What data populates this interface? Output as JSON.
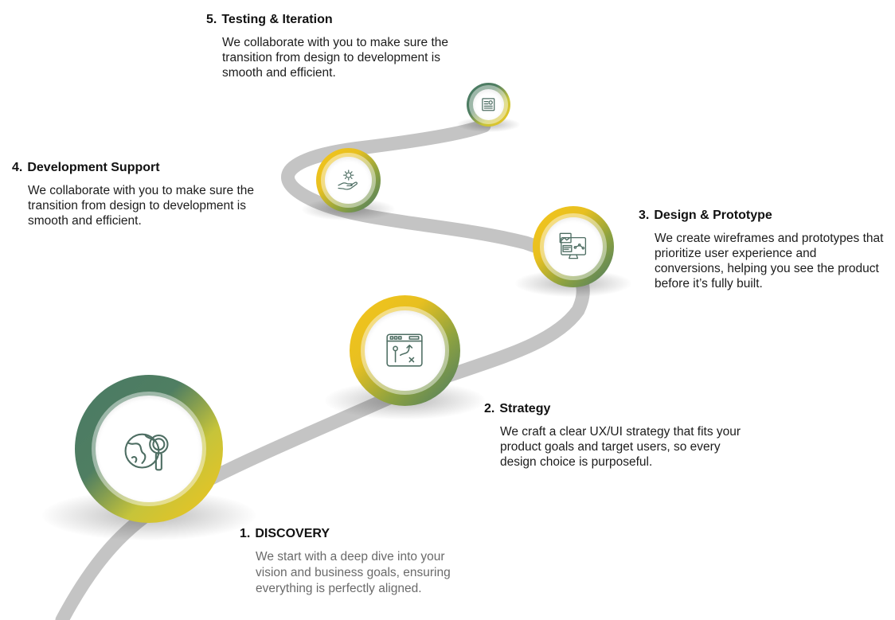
{
  "steps": [
    {
      "number": "1.",
      "title": "DISCOVERY",
      "description": "We start with a deep dive into your vision and business goals, ensuring everything is perfectly aligned.",
      "icon": "globe-magnifier-icon"
    },
    {
      "number": "2.",
      "title": "Strategy",
      "description": "We craft a clear UX/UI strategy that fits your product goals and target users, so every design choice is purposeful.",
      "icon": "strategy-board-icon"
    },
    {
      "number": "3.",
      "title": "Design & Prototype",
      "description": "We create wireframes and prototypes that prioritize user experience and conversions, helping you see the product before it’s fully built.",
      "icon": "monitor-wireframe-icon"
    },
    {
      "number": "4.",
      "title": "Development Support",
      "description": "We collaborate with you to make sure the transition from design to development is smooth and efficient.",
      "icon": "hand-gear-icon"
    },
    {
      "number": "5.",
      "title": "Testing & Iteration",
      "description": "We collaborate with you to make sure the transition from design to development is smooth and efficient.",
      "icon": "document-chart-icon"
    }
  ],
  "colors": {
    "green": "#4a7a64",
    "yellow": "#f2c41c",
    "road": "#c4c4c4",
    "icon": "#4e6e63"
  }
}
